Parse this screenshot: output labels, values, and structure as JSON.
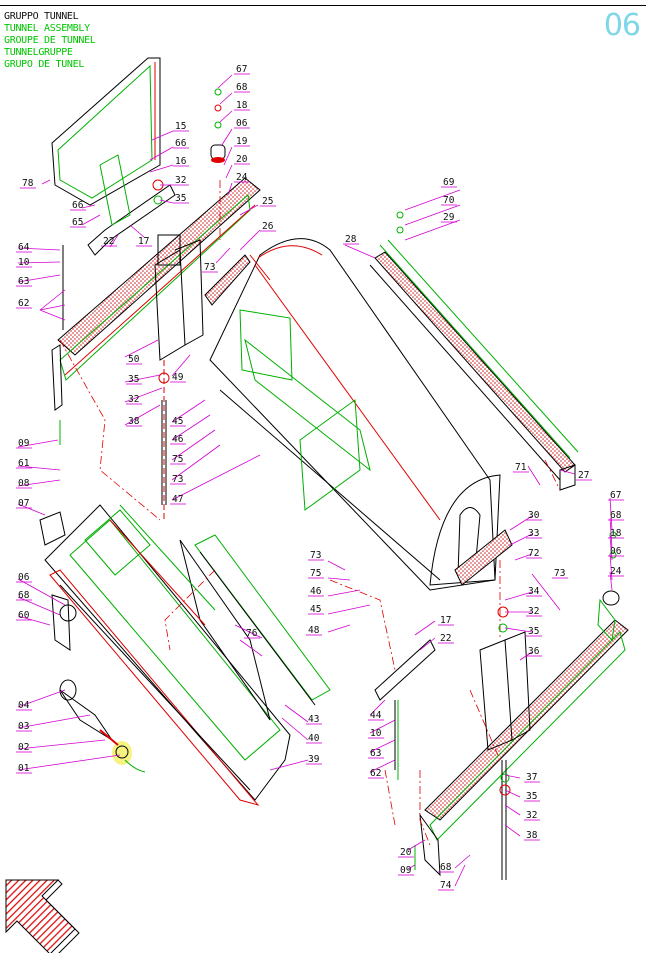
{
  "page_number": "06",
  "titles": [
    "GRUPPO TUNNEL",
    "TUNNEL ASSEMBLY",
    "GROUPE DE TUNNEL",
    "TUNNELGRUPPE",
    "GRUPO DE TUNEL"
  ],
  "colors": {
    "outline": "#000000",
    "green_parts": "#00c000",
    "red_parts": "#e00000",
    "leader": "#d400d4",
    "page_number": "#7fd6e8",
    "arrow_fill": "#e01010",
    "highlight": "#f4f060"
  },
  "callouts": [
    "67",
    "68",
    "18",
    "06",
    "19",
    "20",
    "24",
    "25",
    "26",
    "15",
    "66",
    "16",
    "32",
    "35",
    "17",
    "22",
    "78",
    "66",
    "65",
    "64",
    "10",
    "63",
    "62",
    "73",
    "69",
    "70",
    "29",
    "28",
    "50",
    "35",
    "32",
    "38",
    "49",
    "45",
    "46",
    "75",
    "73",
    "47",
    "09",
    "61",
    "08",
    "07",
    "06",
    "68",
    "60",
    "04",
    "03",
    "02",
    "01",
    "76",
    "48",
    "43",
    "40",
    "39",
    "73",
    "75",
    "46",
    "45",
    "71",
    "27",
    "67",
    "68",
    "18",
    "06",
    "24",
    "30",
    "33",
    "72",
    "73",
    "34",
    "32",
    "35",
    "36",
    "17",
    "22",
    "44",
    "10",
    "63",
    "62",
    "37",
    "35",
    "32",
    "38",
    "20",
    "09",
    "68",
    "74"
  ]
}
